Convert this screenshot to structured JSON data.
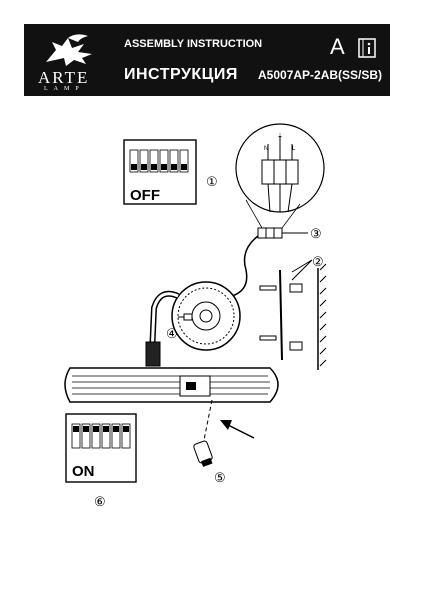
{
  "header": {
    "brand": "ARTE",
    "brand_sub": "LAMP",
    "title_en": "ASSEMBLY INSTRUCTION",
    "title_ru": "ИНСТРУКЦИЯ",
    "model": "A5007AP-2AB(SS/SB)",
    "letter": "A",
    "book_icon": "book-info-icon"
  },
  "diagram": {
    "off_label": "OFF",
    "on_label": "ON",
    "wire_labels": {
      "n": "N",
      "ground": "⏚",
      "l": "L"
    },
    "steps": [
      "①",
      "②",
      "③",
      "④",
      "⑤",
      "⑥"
    ]
  }
}
